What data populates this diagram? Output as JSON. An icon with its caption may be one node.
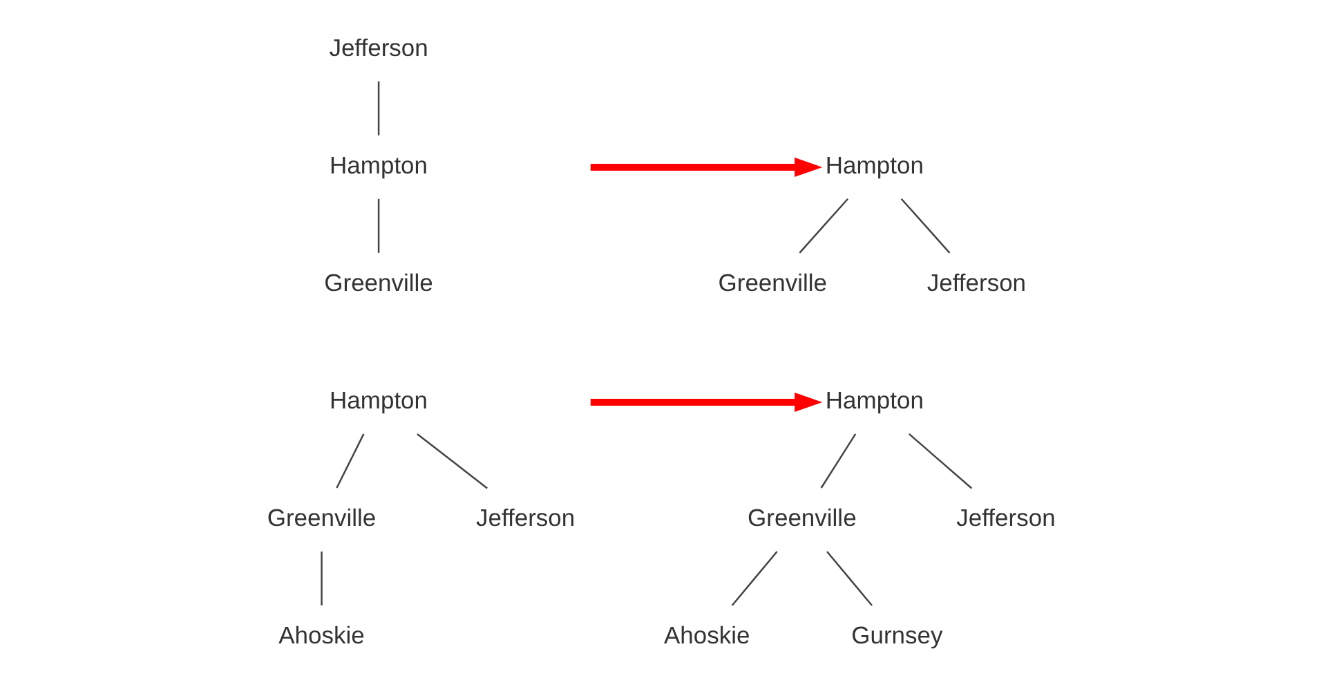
{
  "diagram": {
    "nodes": [
      {
        "text": [
          "Jefferson"
        ]
      },
      {
        "text": [
          "Hampton"
        ]
      },
      {
        "text": [
          "Greenville"
        ]
      },
      {
        "text": [
          "Hampton"
        ]
      },
      {
        "text": [
          "Greenville"
        ]
      },
      {
        "text": [
          "Jefferson"
        ]
      },
      {
        "text": [
          "Hampton"
        ]
      },
      {
        "text": [
          "Greenville"
        ]
      },
      {
        "text": [
          "Jefferson"
        ]
      },
      {
        "text": [
          "Ahoskie"
        ]
      },
      {
        "text": [
          "Hampton"
        ]
      },
      {
        "text": [
          "Greenville"
        ]
      },
      {
        "text": [
          "Jefferson"
        ]
      },
      {
        "text": [
          "Ahoskie"
        ]
      },
      {
        "text": [
          "Gurnsey"
        ]
      }
    ],
    "edges": [
      {
        "from": 0,
        "to": 1,
        "arrow": "none"
      },
      {
        "from": 1,
        "to": 2,
        "arrow": "none"
      },
      {
        "from": null,
        "to": 3,
        "arrow": "to",
        "style": "thick",
        "color": "#ff0000"
      },
      {
        "from": 3,
        "to": 4,
        "arrow": "none"
      },
      {
        "from": 3,
        "to": 5,
        "arrow": "none"
      },
      {
        "from": 6,
        "to": 7,
        "arrow": "none"
      },
      {
        "from": 6,
        "to": 8,
        "arrow": "none"
      },
      {
        "from": 7,
        "to": 9,
        "arrow": "none"
      },
      {
        "from": null,
        "to": 10,
        "arrow": "to",
        "style": "thick",
        "color": "#ff0000"
      },
      {
        "from": 10,
        "to": 11,
        "arrow": "none"
      },
      {
        "from": 10,
        "to": 12,
        "arrow": "none"
      },
      {
        "from": 11,
        "to": 13,
        "arrow": "none"
      },
      {
        "from": 11,
        "to": 14,
        "arrow": "none"
      }
    ]
  }
}
